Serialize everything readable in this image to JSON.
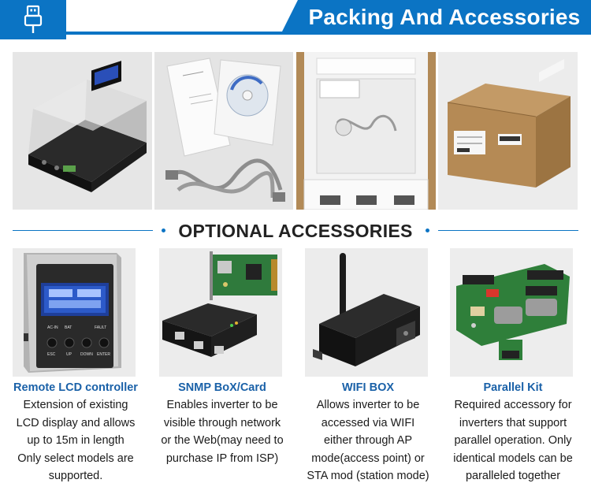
{
  "header": {
    "title": "Packing And Accessories",
    "accent_color": "#0b74c4",
    "icon": "usb-plug-icon"
  },
  "packing_photos": [
    {
      "name": "inverter-unit"
    },
    {
      "name": "manual-cd-cables"
    },
    {
      "name": "box-interior-foam"
    },
    {
      "name": "shipping-carton"
    }
  ],
  "optional_section": {
    "title": "OPTIONAL ACCESSORIES"
  },
  "accessories": [
    {
      "name": "Remote LCD controller",
      "lines": [
        "Extension of existing",
        "LCD display and allows",
        "up to 15m in length",
        "Only select models are",
        "supported."
      ]
    },
    {
      "name": "SNMP BoX/Card",
      "lines": [
        "Enables inverter to be",
        "visible through network",
        "or the Web(may need to",
        "purchase IP from ISP)"
      ]
    },
    {
      "name": "WIFI BOX",
      "lines": [
        "Allows inverter to be",
        "accessed via WIFI",
        "either through AP",
        "mode(access point) or",
        "STA mod (station mode)"
      ]
    },
    {
      "name": "Parallel Kit",
      "lines": [
        "Required accessory for",
        "inverters that support",
        "parallel operation. Only",
        "identical models can be",
        "paralleled together"
      ]
    }
  ],
  "lcd_labels": {
    "ac_in": "AC-IN",
    "bat": "BAT",
    "fault": "FAULT",
    "esc": "ESC",
    "up": "UP",
    "down": "DOWN",
    "enter": "ENTER"
  }
}
